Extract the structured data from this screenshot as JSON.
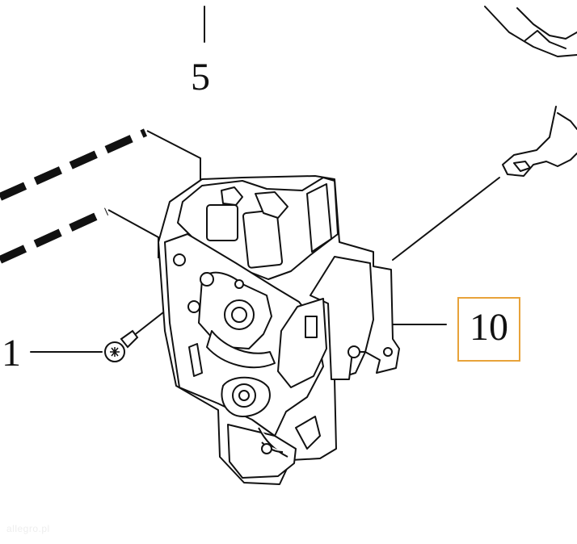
{
  "diagram": {
    "callouts": [
      {
        "id": "5",
        "label": "5"
      },
      {
        "id": "1",
        "label": "1"
      },
      {
        "id": "10",
        "label": "10",
        "highlighted": true
      }
    ],
    "highlight_color": "#e8a33a",
    "line_color": "#111111",
    "watermark": "allegro.pl"
  }
}
